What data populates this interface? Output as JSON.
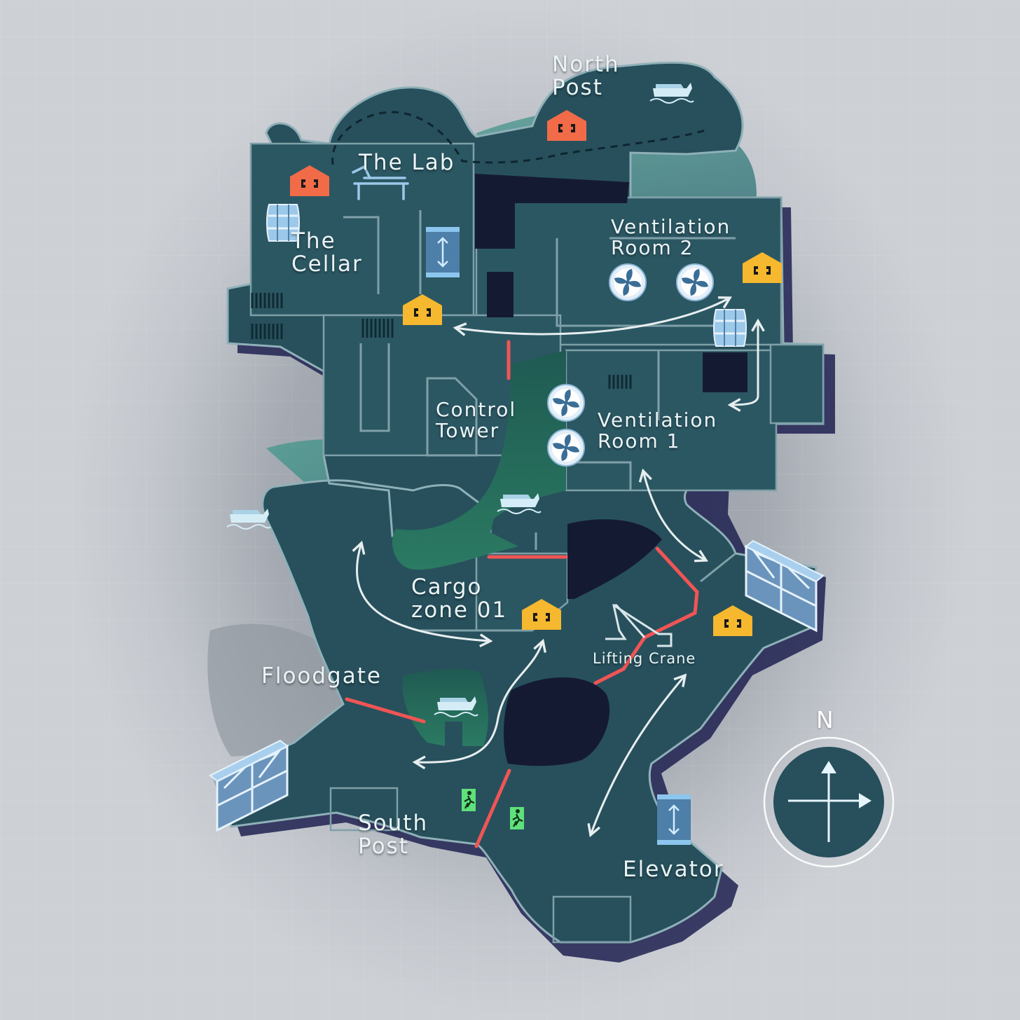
{
  "map": {
    "colors": {
      "floor": "#27505c",
      "floor_dark": "#1d3e4a",
      "wall": "#8fb0b8",
      "water": "#3c8a86",
      "pit": "#151a33",
      "barrier": "#f05555",
      "route_arrow": "#e8eef0",
      "spawn_orange": "#f26b48",
      "spawn_yellow": "#f5b82e",
      "exit_green": "#5fe07a",
      "elevator": "#8cc6ee"
    },
    "labels": {
      "north_post": "North\nPost",
      "the_lab": "The Lab",
      "the_cellar": "The\nCellar",
      "ventilation_room_2": "Ventilation\nRoom 2",
      "control_tower": "Control\nTower",
      "ventilation_room_1": "Ventilation\nRoom 1",
      "cargo_zone_01": "Cargo\nzone 01",
      "lifting_crane": "Lifting Crane",
      "floodgate": "Floodgate",
      "south_post": "South\nPost",
      "elevator": "Elevator"
    },
    "icons": {
      "spawn": "spawn-shelter-icon",
      "barrel": "barrel-icon",
      "fan": "fan-icon",
      "elevator": "elevator-icon",
      "boat": "boat-icon",
      "exit": "emergency-exit-icon",
      "bed": "lab-bed-icon",
      "crane": "crane-icon",
      "container": "container-icon"
    }
  },
  "compass": {
    "north_label": "N",
    "icon": "compass-icon"
  }
}
